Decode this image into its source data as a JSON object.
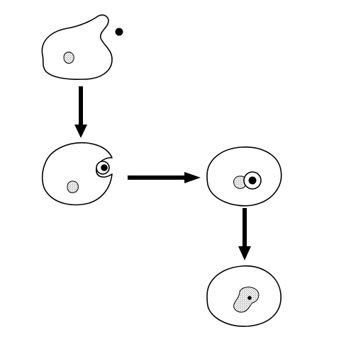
{
  "diagram": {
    "description_visible_text": "",
    "colors": {
      "line": "#000000",
      "background": "#ffffff",
      "stipple": "#444444"
    },
    "stages": [
      {
        "id": "stage-1",
        "parts": [
          "cell-outline",
          "nucleus",
          "particle"
        ]
      },
      {
        "id": "stage-2",
        "parts": [
          "cell-outline",
          "nucleus",
          "vesicle",
          "particle"
        ]
      },
      {
        "id": "stage-3",
        "parts": [
          "cell-outline",
          "nucleus",
          "vesicle",
          "particle"
        ]
      },
      {
        "id": "stage-4",
        "parts": [
          "cell-outline",
          "nucleus",
          "particle"
        ]
      }
    ],
    "arrows": [
      {
        "from": "stage-1",
        "to": "stage-2",
        "direction": "down"
      },
      {
        "from": "stage-2",
        "to": "stage-3",
        "direction": "right"
      },
      {
        "from": "stage-3",
        "to": "stage-4",
        "direction": "down"
      }
    ]
  }
}
